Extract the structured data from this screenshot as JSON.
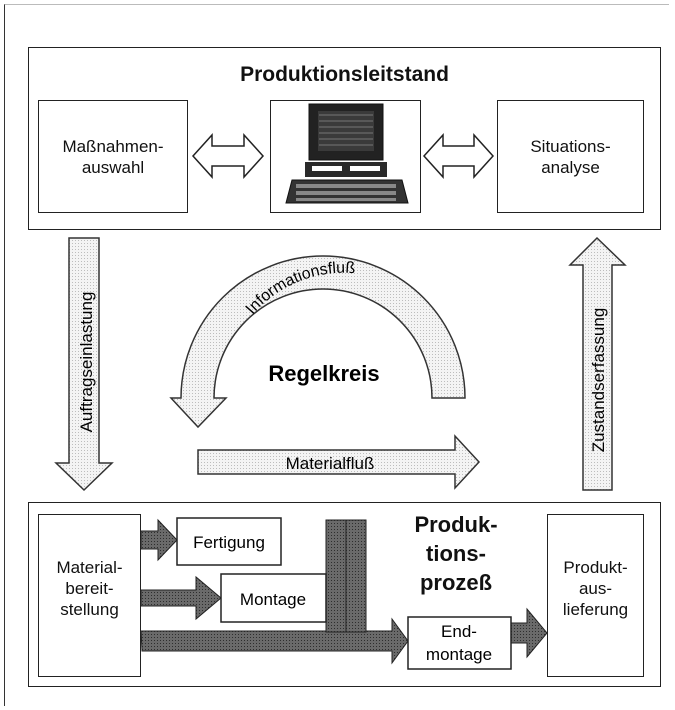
{
  "top_panel": {
    "title": "Produktionsleitstand",
    "left_box": [
      "Maßnahmen-",
      "auswahl"
    ],
    "right_box": [
      "Situations-",
      "analyse"
    ]
  },
  "middle": {
    "left_arrow_label": "Auftragseinlastung",
    "right_arrow_label": "Zustandserfassung",
    "arc_label": "Informationsfluß",
    "center_label": "Regelkreis",
    "material_label": "Materialfluß"
  },
  "bottom_panel": {
    "title": [
      "Produk-",
      "tions-",
      "prozeß"
    ],
    "source_box": [
      "Material-",
      "bereit-",
      "stellung"
    ],
    "fertigung": "Fertigung",
    "montage": "Montage",
    "endmontage": [
      "End-",
      "montage"
    ],
    "product_box": [
      "Produkt-",
      "aus-",
      "lieferung"
    ]
  },
  "colors": {
    "arrow_fill": "#eeeeee",
    "dark_arrow": "#555555",
    "line": "#222222"
  }
}
